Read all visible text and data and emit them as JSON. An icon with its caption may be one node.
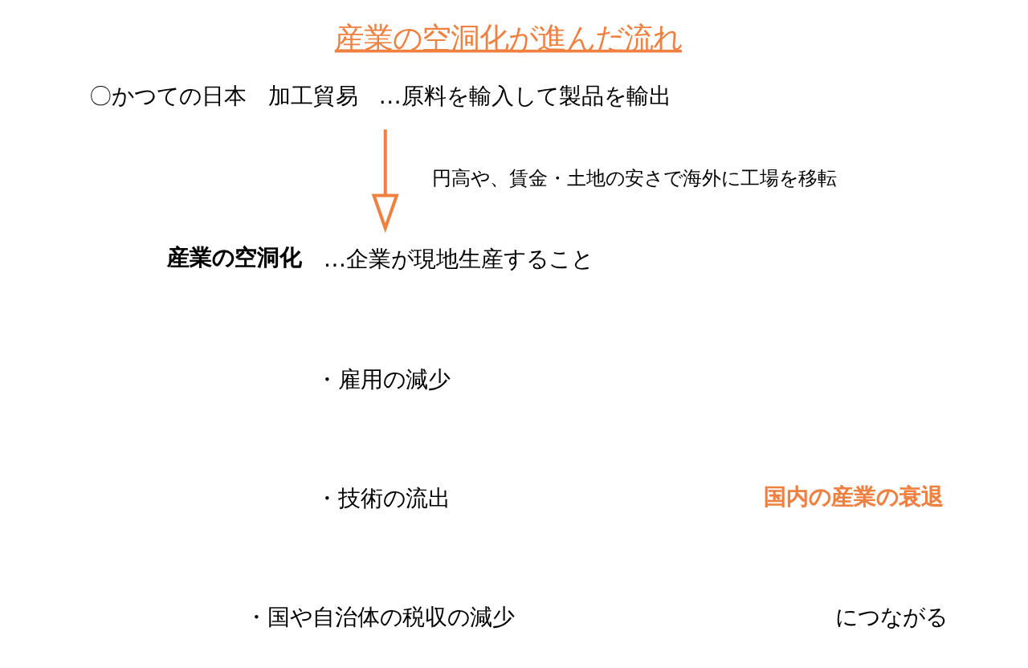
{
  "diagram": {
    "title": "産業の空洞化が進んだ流れ",
    "nodes": [
      {
        "text": [
          "〇かつての日本",
          "加工貿易",
          "…原料を輸入して製品を輸出"
        ]
      },
      {
        "text": [
          "産業の空洞化",
          "…企業が現地生産すること"
        ]
      }
    ],
    "edges": [
      {
        "from": 0,
        "to": 1,
        "arrow": "to",
        "label": "円高や、賃金・土地の安さで海外に工場を移転",
        "color": "#f08040"
      }
    ],
    "labels": [
      "・雇用の減少",
      "・技術の流出",
      "・国や自治体の税収の減少",
      "国内の産業の衰退",
      "につながる"
    ]
  }
}
